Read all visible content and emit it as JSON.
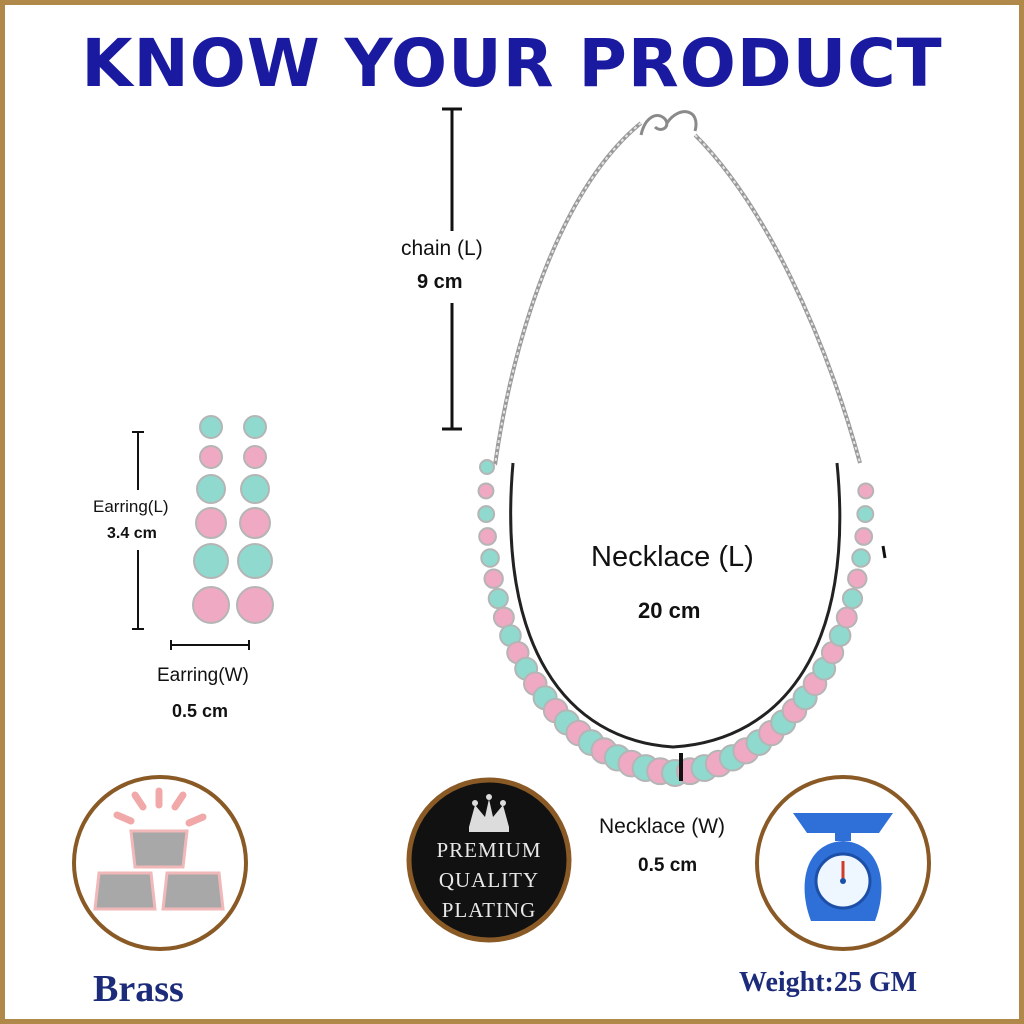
{
  "header": {
    "title": "KNOW YOUR PRODUCT"
  },
  "chain": {
    "label": "chain (L)",
    "value": "9 cm"
  },
  "earring_length": {
    "label": "Earring(L)",
    "value": "3.4 cm"
  },
  "earring_width": {
    "label": "Earring(W)",
    "value": "0.5 cm"
  },
  "necklace_length": {
    "label": "Necklace (L)",
    "value": "20 cm"
  },
  "necklace_width": {
    "label": "Necklace (W)",
    "value": "0.5 cm"
  },
  "material": {
    "label": "Brass",
    "icon": "brass-bars-icon"
  },
  "badge": {
    "line1": "PREMIUM",
    "line2": "QUALITY",
    "line3": "PLATING",
    "icon": "crown-icon"
  },
  "weight": {
    "label": "Weight:25 GM",
    "icon": "weighing-scale-icon"
  },
  "colors": {
    "title": "#1a1aa0",
    "border": "#b0894a",
    "stone_mint": "#8fd9cf",
    "stone_pink": "#f0a9c3",
    "caption_blue": "#1c2b7a"
  }
}
